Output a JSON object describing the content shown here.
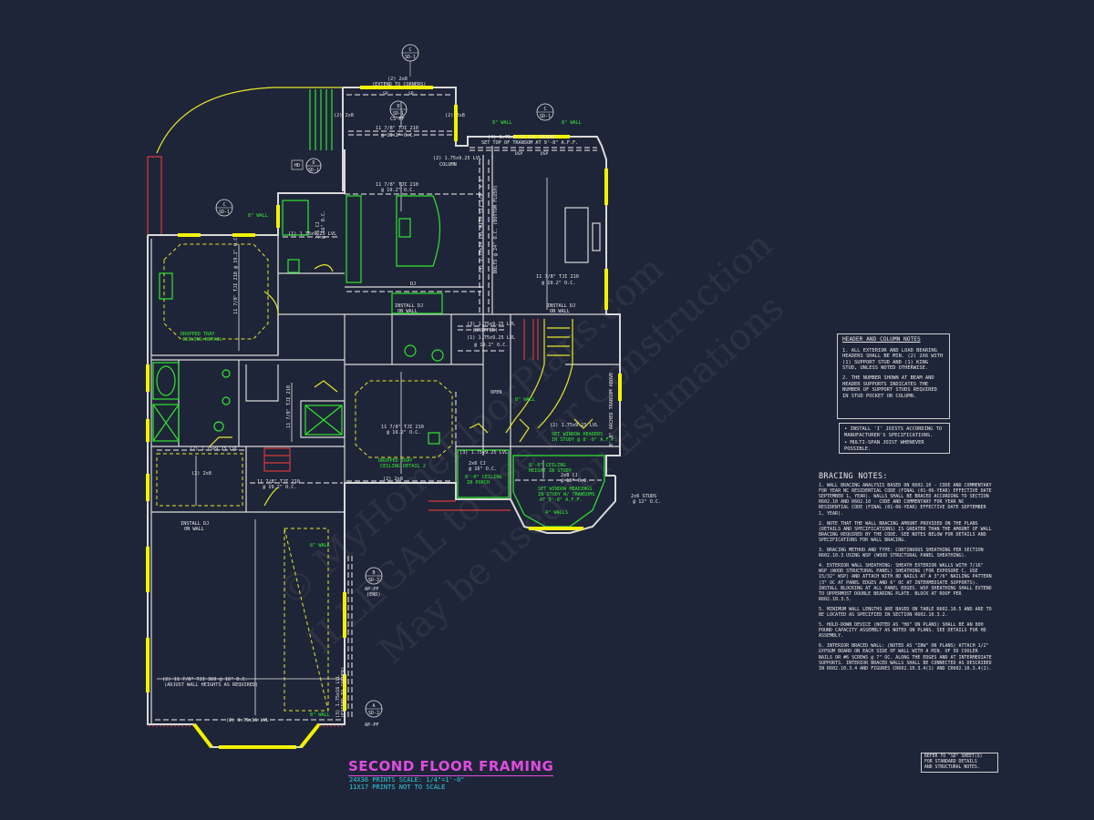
{
  "sheet": {
    "title": "SECOND FLOOR FRAMING",
    "scale_line_1": "24x36 PRINTS SCALE: 1/4\"=1'-0\"",
    "scale_line_2": "11x17 PRINTS NOT TO SCALE"
  },
  "watermarks": [
    "© MyHomeFloorPlans.com",
    "ILLEGAL to use for Construction",
    "May be used for Estimations"
  ],
  "header_column_notes": {
    "title": "HEADER AND COLUMN NOTES",
    "items": [
      "1. ALL EXTERIOR AND LOAD BEARING HEADERS SHALL BE MIN. (2) 2x6 WITH (1) SUPPORT STUD AND (1) KING STUD, UNLESS NOTED OTHERWISE.",
      "2. THE NUMBER SHOWN AT BEAM AND HEADER SUPPORTS INDICATES THE NUMBER OF SUPPORT STUDS REQUIRED IN STUD POCKET OR COLUMN."
    ]
  },
  "joist_notes": [
    "• INSTALL 'I' JOISTS ACCORDING TO MANUFACTURER'S SPECIFICATIONS.",
    "• MULTI-SPAN JOIST WHENEVER POSSIBLE."
  ],
  "bracing_notes": {
    "title": "BRACING NOTES:",
    "items": [
      "1. WALL BRACING ANALYSIS BASED ON R602.10 - CODE AND COMMENTARY FOR YEAR NC RESIDENTIAL CODE (FINAL (01-06-YEAR) EFFECTIVE DATE SEPTEMBER 1, YEAR). WALLS SHALL BE BRACED ACCORDING TO SECTION R602.10 AND R602.10 - CODE AND COMMENTARY FOR YEAR NC RESIDENTIAL CODE (FINAL (01-06-YEAR) EFFECTIVE DATE SEPTEMBER 1, YEAR).",
      "2. NOTE THAT THE WALL BRACING AMOUNT PROVIDED ON THE PLANS (DETAILS AND SPECIFICATIONS) IS GREATER THAN THE AMOUNT OF WALL BRACING REQUIRED BY THE CODE. SEE NOTES BELOW FOR DETAILS AND SPECIFICATIONS FOR WALL BRACING.",
      "3. BRACING METHOD AND TYPE: CONTINUOUS SHEATHING PER SECTION R602.10.3 USING WSP (WOOD STRUCTURAL PANEL SHEATHING).",
      "4. EXTERIOR WALL SHEATHING: SHEATH EXTERIOR WALLS WITH 7/16\" WSP (WOOD STRUCTURAL PANEL) SHEATHING (FOR EXPOSURE C, USE 15/32\" WSP) AND ATTACH WITH 8d NAILS AT A 3\"/6\" NAILING PATTERN (3\" OC AT PANEL EDGES AND 6\" OC AT INTERMEDIATE SUPPORTS). INSTALL BLOCKING AT ALL PANEL EDGES. WSP SHEATHING SHALL EXTEND TO UPPERMOST DOUBLE BEARING PLATE. BLOCK AT ROOF PER R602.10.3.5.",
      "5. MINIMUM WALL LENGTHS ARE BASED ON TABLE R602.10.5 AND ARE TO BE LOCATED AS SPECIFIED IN SECTION R602.10.3.2.",
      "5. HOLD-DOWN DEVICE (NOTED AS \"HD\" ON PLANS) SHALL BE AN 800 POUND CAPACITY ASSEMBLY AS NOTED ON PLANS. SEE DETAILS FOR HD ASSEMBLY.",
      "6. INTERIOR BRACED WALL: (NOTED AS \"IBW\" ON PLANS) ATTACH 1/2\" GYPSUM BOARD ON EACH SIDE OF WALL WITH A MIN. OF 5d COOLER NAILS OR #6 SCREWS @ 7\" OC. ALONG THE EDGES AND AT INTERMEDIATE SUPPORTS. INTERIOR BRACED WALLS SHALL BE CONNECTED AS DESCRIBED IN R602.10.3.4 AND FIGURES CR602.10.3.4(1) AND CR602.10.3.4(2)."
    ]
  },
  "ref_box": {
    "line1": "REFER TO \"SD\" SHEET(S)",
    "line2": "FOR STANDARD DETAILS",
    "line3": "AND STRUCTURAL NOTES."
  },
  "plan_labels": {
    "top_header_a": "(2) 2x8",
    "top_header_b": "(EXTEND TO CORNERS)",
    "sp1": "SP",
    "sp2": "SP",
    "cs_pf": "CS-PF",
    "tji_top": "11 7/8\" TJI 210",
    "tji_top_oc": "@ 19.2\" O.C.",
    "lvl_header": "(4) 1.75x9.25 LVL HEADER",
    "lvl_header_sub": "SET TOP OF TRANSOM AT 9'-8\" A.F.F.",
    "lvl_column": "(2) 1.75x9.25 LVL",
    "lvl_column_sub": "COLUMN",
    "dsp1": "DSP",
    "dsp2": "DSP",
    "wall8_1": "8\" WALL",
    "wall8_2": "8\" WALL",
    "wall8_3": "8\" WALL",
    "wall8_4": "8\" WALL",
    "wall8_5": "8\" WALL",
    "wall8_6": "8\" WALL",
    "kitchen_tji": "11 7/8\" TJI 210",
    "kitchen_tji_oc": "@ 19.2\" O.C.",
    "lvl_vertical": "(4) 1.75x24 LVL WITH (2) 1/2\" x 9\"",
    "bolts": "BOLTS @ 24\" O.C. (BOTTOM FLUSH)",
    "dj": "DJ",
    "right_tji": "11 7/8\" TJI 210",
    "right_tji_oc": "@ 19.2\" O.C.",
    "install_dj_1": "INSTALL DJ",
    "install_dj_1b": "ON WALL",
    "install_dj_2": "INSTALL DJ",
    "install_dj_2b": "ON WALL",
    "bed_tji": "11 7/8\" TJI 210",
    "bed_tji_oc": "@ 19.2\" O.C.",
    "tray1": "DROPPED TRAY",
    "tray1b": "CEILING DETAIL",
    "lvl_small": "(1) 1.75x9.25 LVL",
    "lvl_dropped": "(3) 1.75x9.25 LVL",
    "lvl_dropped_b": "(DROPPED)",
    "oc_12": "@ 19.2\" O.C.",
    "open": "OPEN",
    "center_tji": "11 7/8\" TJI 210",
    "center_tji_oc": "@ 19.2\" O.C.",
    "tray2": "DROPPED TRAY",
    "tray2b": "CEILING DETAIL 2",
    "window_hdr_1": "SET WINDOW HEADERS",
    "window_hdr_1b": "IN STUDY @ 8'-0\" A.F.F.",
    "window_hdr_2": "SET WINDOW HEADINGS",
    "window_hdr_2b": "IN STUDY W/ TRANSOMS",
    "window_hdr_2c": "AT 9'-8\" A.F.F.",
    "ceiling_study": "8'-0\" CEILING",
    "ceiling_study_b": "HEIGHT IN STUDY",
    "ceiling_porch": "8'-0\" CEILING",
    "ceiling_porch_b": "IN PORCH",
    "cj_1": "2x6 CJ",
    "cj_1b": "@ 16\" O.C.",
    "cj_2": "2x8 CJ",
    "cj_2b": "@ 16\" O.C.",
    "cj_3": "2x6 CJ",
    "cj_3b": "@ 16\" O.C.",
    "lvl_study": "(2) 1.75x9.25 LVL",
    "lvl_bath": "(2) 1.75x9.25 LVL",
    "bath_tji": "11 7/8\" TJI 210",
    "bath_tji_oc": "@ 19.2\" O.C.",
    "bath_tji_2": "11 7/8\" TJI 210",
    "bath_tji_2_oc": "@ 19.2\" O.C.",
    "install_dj_3": "INSTALL DJ",
    "install_dj_3b": "ON WALL",
    "studs": "2x6 STUDS",
    "studs_b": "@ 12\" O.C.",
    "two_x8": "(2) 2x8",
    "two_x8_b": "(2) 2x8",
    "two_x8_c": "(2) 2x8",
    "two_x8_d": "(2) 2x8",
    "arched": "8'-8\" ARCHED TRANSOM ABOVE",
    "garage_tji": "(2) 11 7/8\" TJI 360 @ 16\" O.C.",
    "garage_tji_b": "(ADJUST WALL HEIGHTS AS REQUIRED)",
    "garage_lvl": "(3) 1.75x16 LVL",
    "garage_lvl_b": "(EXTEND TO CORNER)",
    "bottom_lvl": "(2) 1.75x16 LVL",
    "ap_pf_end": "AP-PF",
    "ap_pf_end_b": "(END)",
    "ap_pf": "AP-PF",
    "bay_walls": "4\" WALLS",
    "cj_up": "2x6 CJ",
    "cj_up_b": "@ 16\" O.C.",
    "hd": "HD",
    "sect_c": "C",
    "sect_c_sd": "SD-1",
    "sect_d": "D",
    "sect_d_sd": "SD-1",
    "sect_c2": "C",
    "sect_c2_sd": "SD-1",
    "sect_d2": "D",
    "sect_d2_sd": "SD-1",
    "sect_b": "B",
    "sect_b_sd": "SD-2",
    "sect_a": "A",
    "sect_a_sd": "SD-2",
    "bed_tji_v": "11 7/8\" TJI 210 @ 19.2\" O.C."
  },
  "colors": {
    "background": "#1f2538",
    "walls": "#d9d9d9",
    "yellow": "#e6e62a",
    "green": "#2ee62e",
    "red": "#d63a3a",
    "title": "#e04ce0",
    "subtitle": "#2fd0e0"
  }
}
